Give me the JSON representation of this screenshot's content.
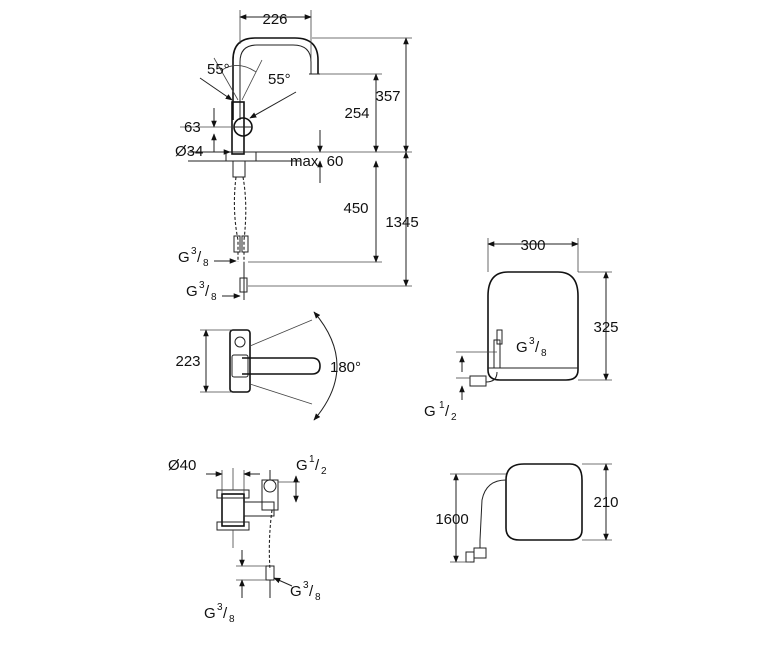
{
  "faucet_front": {
    "width": "226",
    "angle_left": "55°",
    "angle_right": "55°",
    "spout_height": "357",
    "spout_reach_height": "254",
    "handle_height": "63",
    "base_diameter": "Ø34",
    "deck_thickness": "max. 60",
    "shank_length": "450",
    "total_length": "1345",
    "hose_connection": {
      "main": "G",
      "sup": "3",
      "sub": "8"
    },
    "supply_connection": {
      "main": "G",
      "sup": "3",
      "sub": "8"
    }
  },
  "faucet_top": {
    "depth": "223",
    "swivel": "180°"
  },
  "valve": {
    "diameter": "Ø40",
    "outlet_top": {
      "main": "G",
      "sup": "1",
      "sub": "2"
    },
    "outlet_right": {
      "main": "G",
      "sup": "3",
      "sub": "8"
    },
    "outlet_bottom": {
      "main": "G",
      "sup": "3",
      "sub": "8"
    }
  },
  "boiler_front": {
    "width": "300",
    "height": "325",
    "connection_right": {
      "main": "G",
      "sup": "3",
      "sub": "8"
    },
    "connection_left": {
      "main": "G",
      "sup": "1",
      "sub": "2"
    }
  },
  "boiler_side": {
    "cable_length": "1600",
    "depth": "210"
  }
}
